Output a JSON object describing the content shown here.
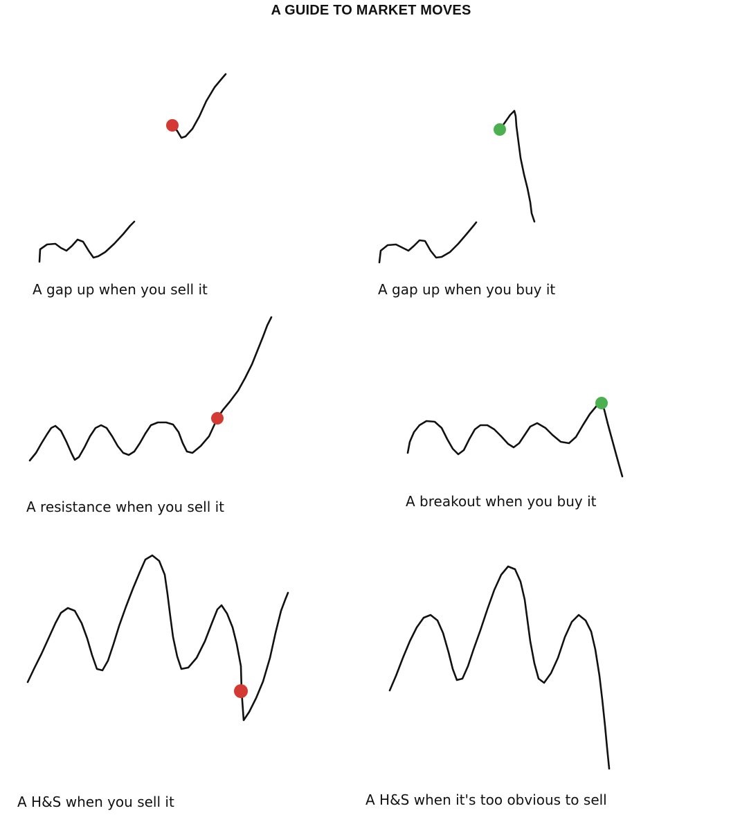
{
  "title": "A GUIDE TO MARKET MOVES",
  "colors": {
    "line": "#111111",
    "sell_dot": "#d43a34",
    "buy_dot": "#4caf50",
    "background": "#ffffff"
  },
  "panels": [
    {
      "caption": "A gap up when you sell it",
      "dot": "sell"
    },
    {
      "caption": "A gap up when you buy it",
      "dot": "buy"
    },
    {
      "caption": "A resistance when you sell it",
      "dot": "sell"
    },
    {
      "caption": "A breakout when you buy it",
      "dot": "buy"
    },
    {
      "caption": "A H&S when you sell it",
      "dot": "sell"
    },
    {
      "caption": "A H&S when it's too obvious to sell",
      "dot": null
    }
  ]
}
